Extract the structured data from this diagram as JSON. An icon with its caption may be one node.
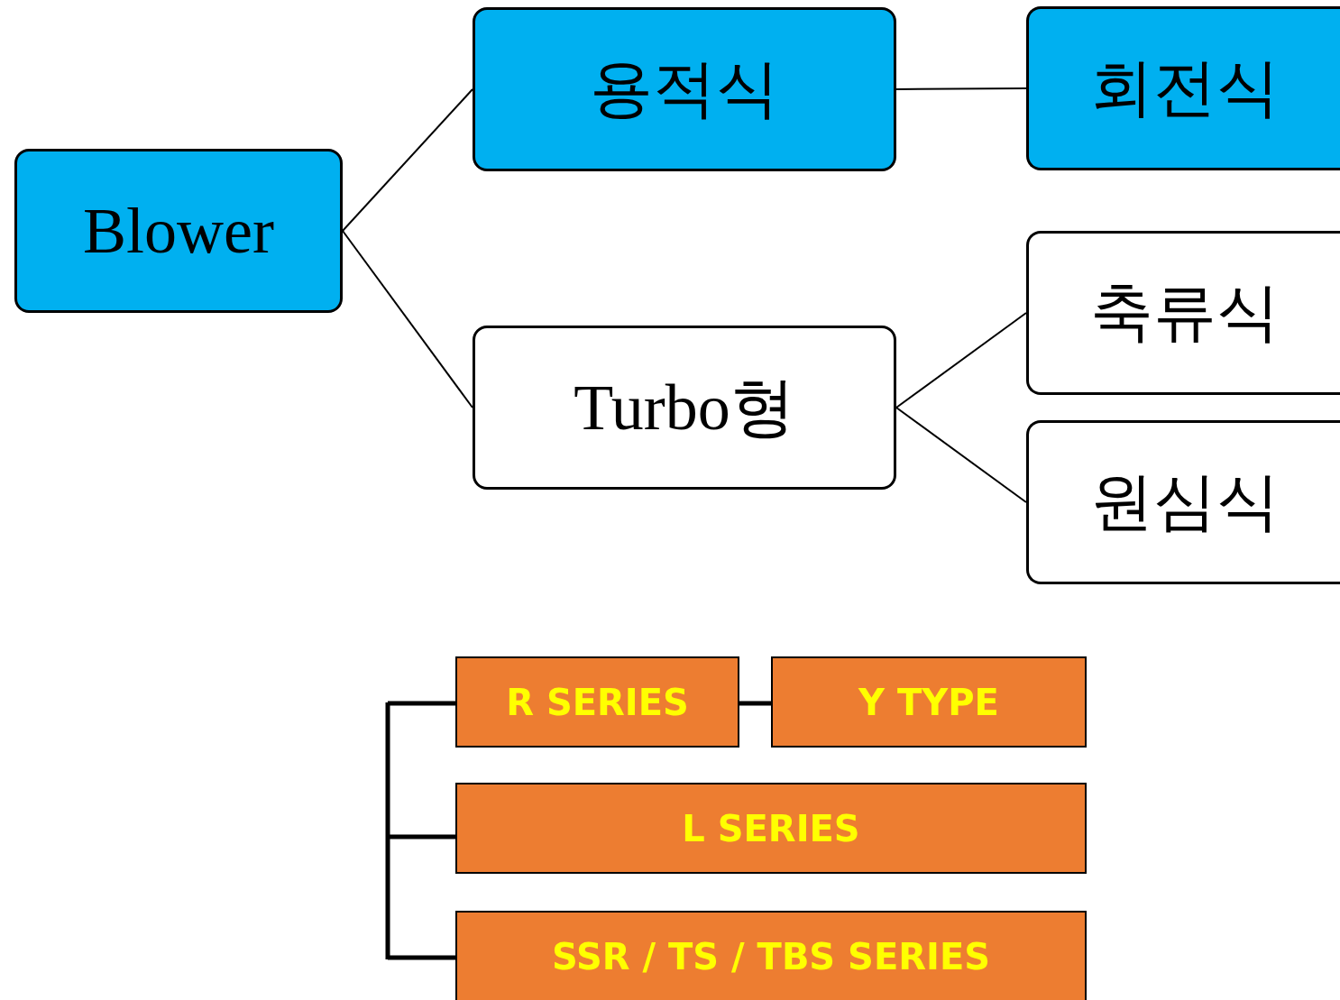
{
  "diagram": {
    "nodes": [
      {
        "text": [
          "Blower"
        ]
      },
      {
        "text": [
          "용적식"
        ]
      },
      {
        "text": [
          "회전식"
        ]
      },
      {
        "text": [
          "Turbo형"
        ]
      },
      {
        "text": [
          "축류식"
        ]
      },
      {
        "text": [
          "원심식"
        ]
      },
      {
        "text": [
          "R SERIES"
        ]
      },
      {
        "text": [
          "Y TYPE"
        ]
      },
      {
        "text": [
          "L SERIES"
        ]
      },
      {
        "text": [
          "SSR / TS / TBS SERIES"
        ]
      }
    ],
    "edges": [
      {
        "from": 0,
        "to": 1,
        "arrow": "none"
      },
      {
        "from": 0,
        "to": 3,
        "arrow": "none"
      },
      {
        "from": 1,
        "to": 2,
        "arrow": "none"
      },
      {
        "from": 3,
        "to": 4,
        "arrow": "none"
      },
      {
        "from": 3,
        "to": 5,
        "arrow": "none"
      },
      {
        "from": 6,
        "to": 7,
        "arrow": "none",
        "style": "thick"
      },
      {
        "from": null,
        "to": 6,
        "arrow": "none",
        "style": "thick"
      },
      {
        "from": null,
        "to": 8,
        "arrow": "none",
        "style": "thick"
      },
      {
        "from": null,
        "to": 9,
        "arrow": "none",
        "style": "thick"
      }
    ]
  }
}
